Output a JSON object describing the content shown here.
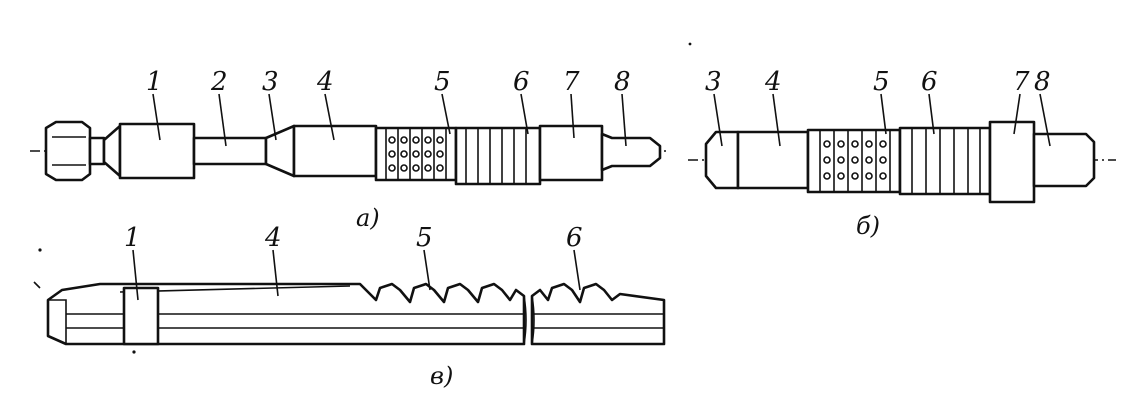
{
  "figure": {
    "captions": {
      "a": "а)",
      "b": "б)",
      "v": "в)"
    },
    "broach_a": {
      "labels": [
        "1",
        "2",
        "3",
        "4",
        "5",
        "6",
        "7",
        "8"
      ]
    },
    "broach_b": {
      "labels": [
        "3",
        "4",
        "5",
        "6",
        "7",
        "8"
      ]
    },
    "broach_v": {
      "labels": [
        "1",
        "4",
        "5",
        "6"
      ]
    }
  }
}
